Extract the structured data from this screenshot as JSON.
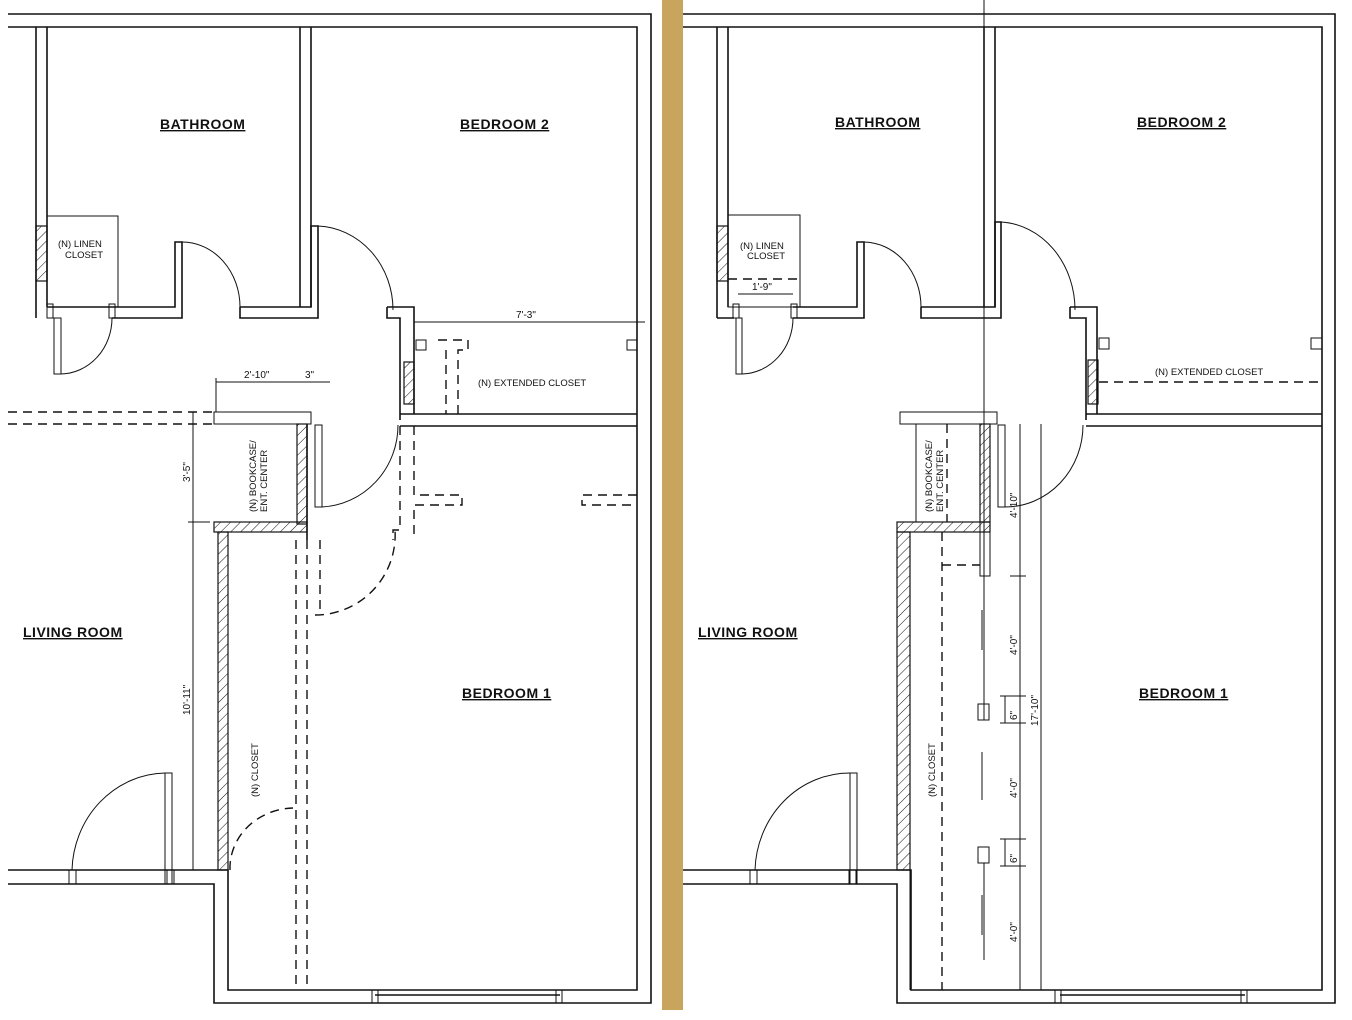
{
  "divider_color": "#c9a45c",
  "existing_plan": {
    "rooms": {
      "bathroom": "BATHROOM",
      "bedroom2": "BEDROOM  2",
      "bedroom1": "BEDROOM  1",
      "living": "LIVING  ROOM"
    },
    "notes": {
      "linen1": "(N)  LINEN",
      "linen2": "CLOSET",
      "extended_closet": "(N)  EXTENDED  CLOSET",
      "bookcase1": "(N)  BOOKCASE/",
      "bookcase2": "ENT.  CENTER",
      "closet": "(N)  CLOSET"
    },
    "dimensions": {
      "ext_closet_width": "7'-3\"",
      "bookcase_width": "2'-10\"",
      "wall": "3\"",
      "bookcase_depth": "3'-5\"",
      "closet_length": "10'-11\""
    }
  },
  "proposed_plan": {
    "rooms": {
      "bathroom": "BATHROOM",
      "bedroom2": "BEDROOM  2",
      "bedroom1": "BEDROOM  1",
      "living": "LIVING  ROOM"
    },
    "notes": {
      "linen1": "(N)  LINEN",
      "linen2": "CLOSET",
      "extended_closet": "(N)  EXTENDED  CLOSET",
      "bookcase1": "(N)  BOOKCASE/",
      "bookcase2": "ENT.  CENTER",
      "closet": "(N)  CLOSET"
    },
    "dimensions": {
      "linen_width": "1'-9\"",
      "seg1": "4'-10\"",
      "seg2": "4'-0\"",
      "gap1": "6\"",
      "seg3": "4'-0\"",
      "gap2": "6\"",
      "seg4": "4'-0\"",
      "total": "17'-10\""
    }
  }
}
